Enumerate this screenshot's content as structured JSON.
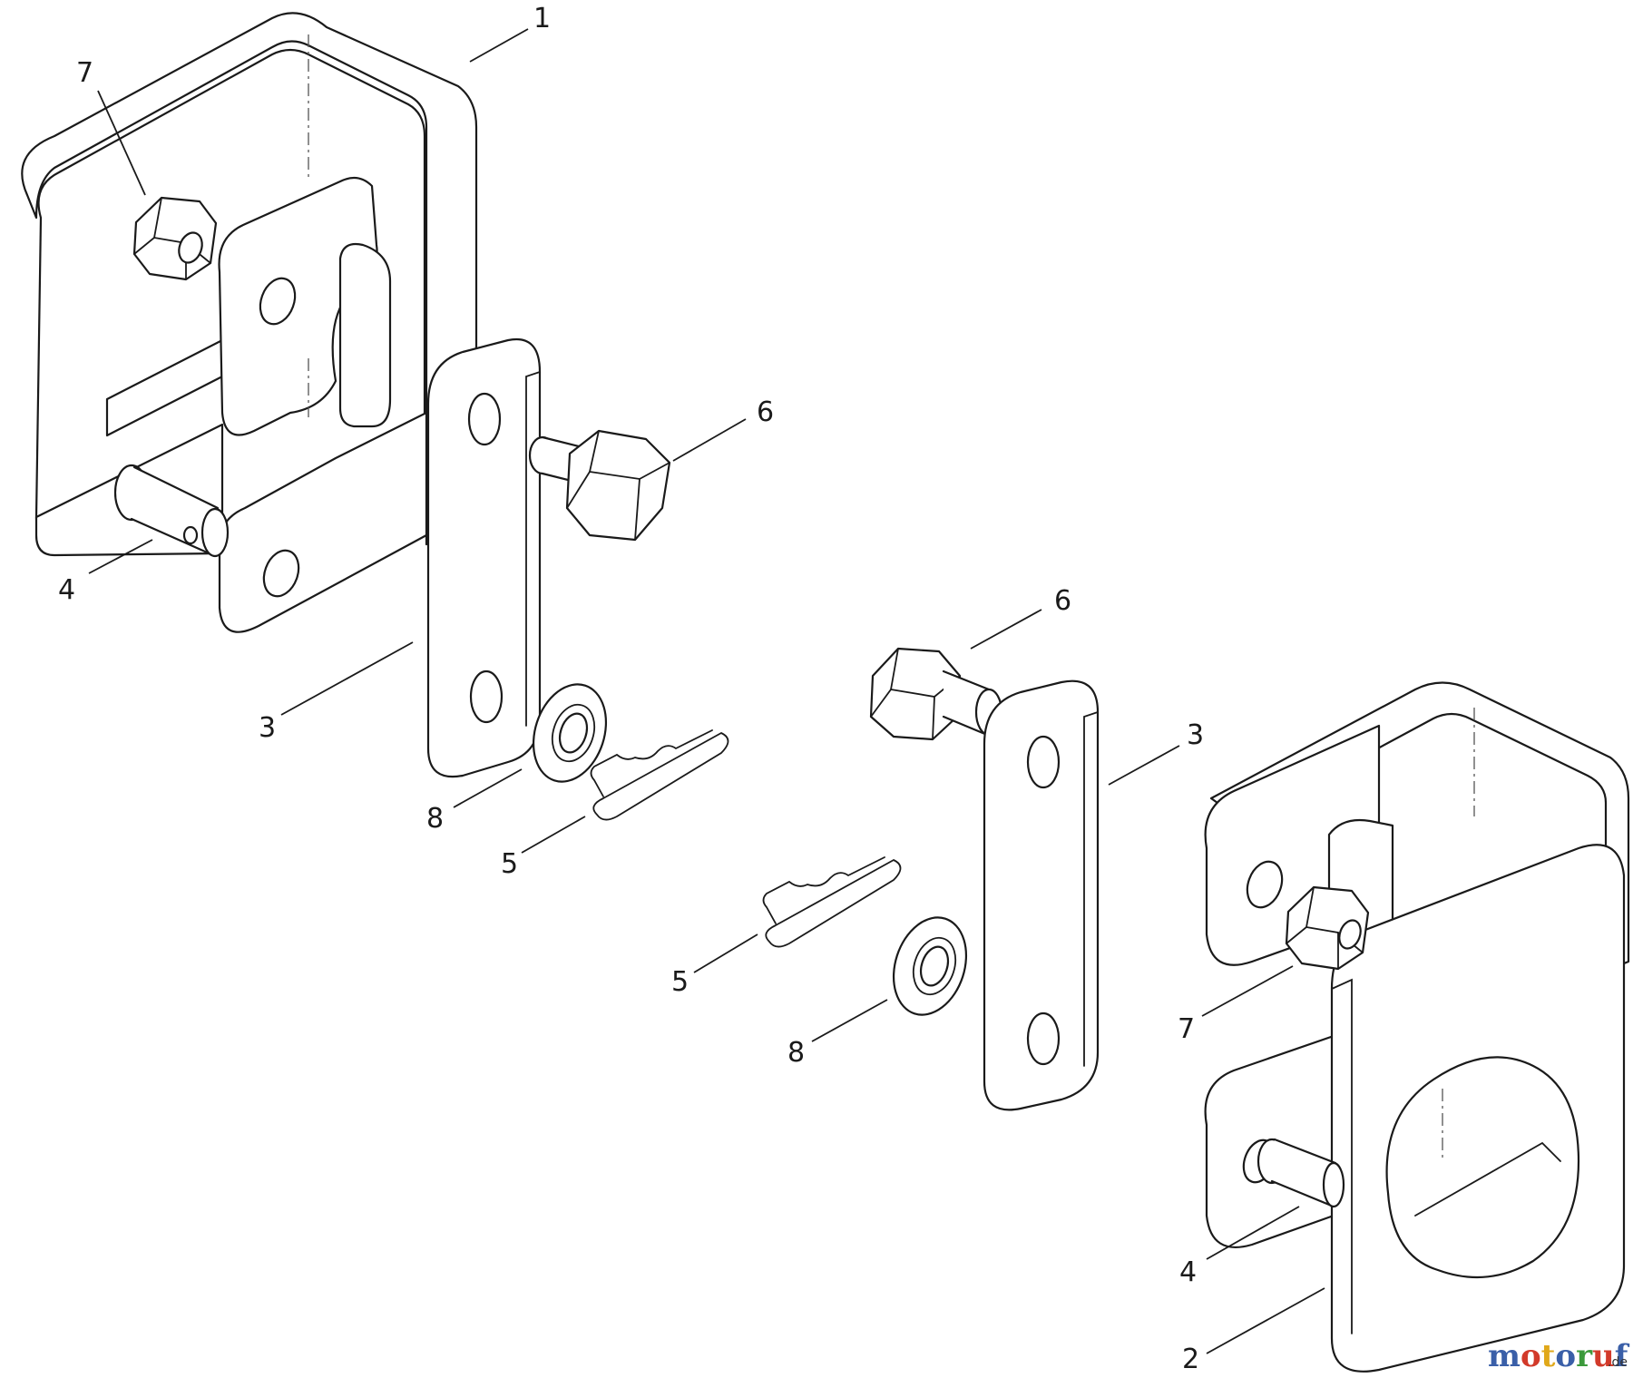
{
  "callouts": [
    {
      "id": "c1a",
      "label": "1"
    },
    {
      "id": "c7a",
      "label": "7"
    },
    {
      "id": "c6a",
      "label": "6"
    },
    {
      "id": "c4a",
      "label": "4"
    },
    {
      "id": "c3a",
      "label": "3"
    },
    {
      "id": "c8a",
      "label": "8"
    },
    {
      "id": "c5a",
      "label": "5"
    },
    {
      "id": "c6b",
      "label": "6"
    },
    {
      "id": "c3b",
      "label": "3"
    },
    {
      "id": "c5b",
      "label": "5"
    },
    {
      "id": "c7b",
      "label": "7"
    },
    {
      "id": "c8b",
      "label": "8"
    },
    {
      "id": "c4b",
      "label": "4"
    },
    {
      "id": "c2",
      "label": "2"
    }
  ],
  "watermark": {
    "letters": [
      "m",
      "o",
      "t",
      "o",
      "r",
      "u",
      "f"
    ],
    "colors": [
      "#3a5fa8",
      "#d23a2a",
      "#e0a81a",
      "#3a5fa8",
      "#3c9a3c",
      "#d23a2a",
      "#3a5fa8"
    ],
    "suffix": ".de"
  }
}
